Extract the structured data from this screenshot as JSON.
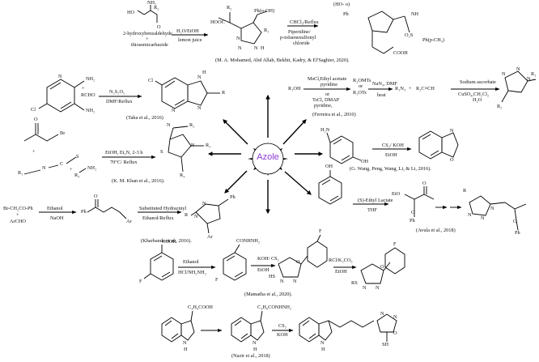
{
  "hub": {
    "label": "Azole",
    "color": "#8b3bd6"
  },
  "routes": [
    {
      "key": "r1",
      "reagents": [
        "R₂",
        "NH₂",
        "HO",
        "O",
        "2-hydroxybenzaldehyde",
        "+",
        "thiosemicarbazide"
      ],
      "cond_top": "H₂O/EtOH",
      "cond_bottom": "lemon juice",
      "cond2_top": "CHCl₃/Reflux",
      "cond2_bottom": [
        "Piperidine/",
        "p-toluenesulfonyl",
        "chloride"
      ],
      "product_labels": [
        "HOOC",
        "R₂",
        "Ph(o-OH)",
        "R₁",
        "N",
        "N",
        "N",
        "H",
        "(HO- o)",
        "Ph",
        "NH",
        "O₂S",
        "Ph(p-CH₃)",
        "COOH"
      ],
      "citation": "(M. A. Mohamed, Abd Allah, Bekhit, Kadry, & El'Saghier, 2020)."
    },
    {
      "key": "r2",
      "reagents": [
        "NH₂",
        "NH₂",
        "Cl",
        "N",
        "RCHO",
        "+"
      ],
      "cond_top": "N₂S₂O₅",
      "cond_bottom": "DMF/Reflux",
      "product_labels": [
        "Cl",
        "N",
        "H",
        "N",
        "N",
        "R"
      ],
      "citation": "(Taha et al., 2016)"
    },
    {
      "key": "r3",
      "reagents": [
        "R₁OH"
      ],
      "cond_top": "MsCl,Ethyl acetate",
      "cond_sub": [
        "pyridine",
        "or",
        "TsCl, DMAP",
        "pyridine,"
      ],
      "mid": [
        "R₁OMTs",
        "or",
        "R₁OTs"
      ],
      "cond2_top": "NaN₃, DMF",
      "cond2_bottom": "heat",
      "azide": "R₁N₃",
      "plus": "+",
      "alkyne": "R₂C≡CH",
      "cond3_top": "Sodium ascorbate",
      "cond3_bottom": [
        "CuSO₄,CH₂Cl₂",
        "H₂O"
      ],
      "product_labels": [
        "N",
        "N",
        "N",
        "R₁",
        "R₂"
      ],
      "citation": "(Ferreira et al., 2010)"
    },
    {
      "key": "r4",
      "reagents": [
        "O",
        "Br",
        "+",
        "R₁",
        "N",
        "C",
        "S",
        "+",
        "R₃",
        "NH₂"
      ],
      "cond_top": "EtOH, Et₃N, 2-3 h",
      "cond_bottom": "70°C/ Reflux",
      "product_labels": [
        "N",
        "R₂",
        "S",
        "N",
        "R₁",
        "R₃"
      ],
      "citation": "(K. M. Khan et al., 2016)."
    },
    {
      "key": "r5",
      "reagents": [
        "H₂N",
        "OH"
      ],
      "cond_top": "CS₂/ KOH",
      "cond_bottom": "EtOH",
      "product_labels": [
        "N",
        "O"
      ],
      "citation": "(G. Wang, Peng, Wang, Li, & Li, 2016)."
    },
    {
      "key": "r6",
      "reagents": [
        "Br-CH₂CO-Ph",
        "+",
        "ArCHO"
      ],
      "cond_top": "Ethanol",
      "cond_bottom": "NaOH",
      "inter": [
        "O",
        "Ph",
        "Ar"
      ],
      "cond2_top": "Substituted Hydrazinyl",
      "cond2_bottom": "Ethanol/Reflux",
      "product_labels": [
        "R",
        "N",
        "N",
        "Ph",
        "Ar"
      ],
      "citation": "(Kharbanda et al., 2016)."
    },
    {
      "key": "r7",
      "reagents": [
        "OH"
      ],
      "cond_top": "(S)-Ethyl Lactate",
      "cond_bottom": "THF",
      "inter": [
        "EtO",
        "O",
        "O",
        "Ph"
      ],
      "product_labels": [
        "R",
        "N",
        "N",
        "N",
        "O",
        "Ph"
      ],
      "citation": "(Avula et al., 2018)"
    },
    {
      "key": "r8",
      "reagents": [
        "COOH",
        "F"
      ],
      "cond_top": "Ethanol",
      "cond_bottom": "HCl/NH₂NH₂",
      "inter": [
        "CONHNH₂",
        "F"
      ],
      "cond2_top": "KOH/ CS₂",
      "cond2_bottom": "EtOH",
      "inter2": [
        "F",
        "N",
        "N",
        "O",
        "HS"
      ],
      "cond3_top": "RCl/K₂CO₃",
      "cond3_bottom": "EtOH",
      "product_labels": [
        "F",
        "N",
        "N",
        "O",
        "RS"
      ],
      "citation": "(Mamatha et al., 2020)."
    },
    {
      "key": "r9",
      "reagents": [
        "C₃H₆COOH",
        "N",
        "H"
      ],
      "inter": [
        "C₃H₆CONHNH₂",
        "N",
        "H"
      ],
      "cond_top": "CS₂",
      "cond_bottom": "KOH",
      "product_labels": [
        "N",
        "H",
        "N",
        "N",
        "O",
        "SH"
      ],
      "citation": "(Nazir et al., 2018)"
    }
  ]
}
